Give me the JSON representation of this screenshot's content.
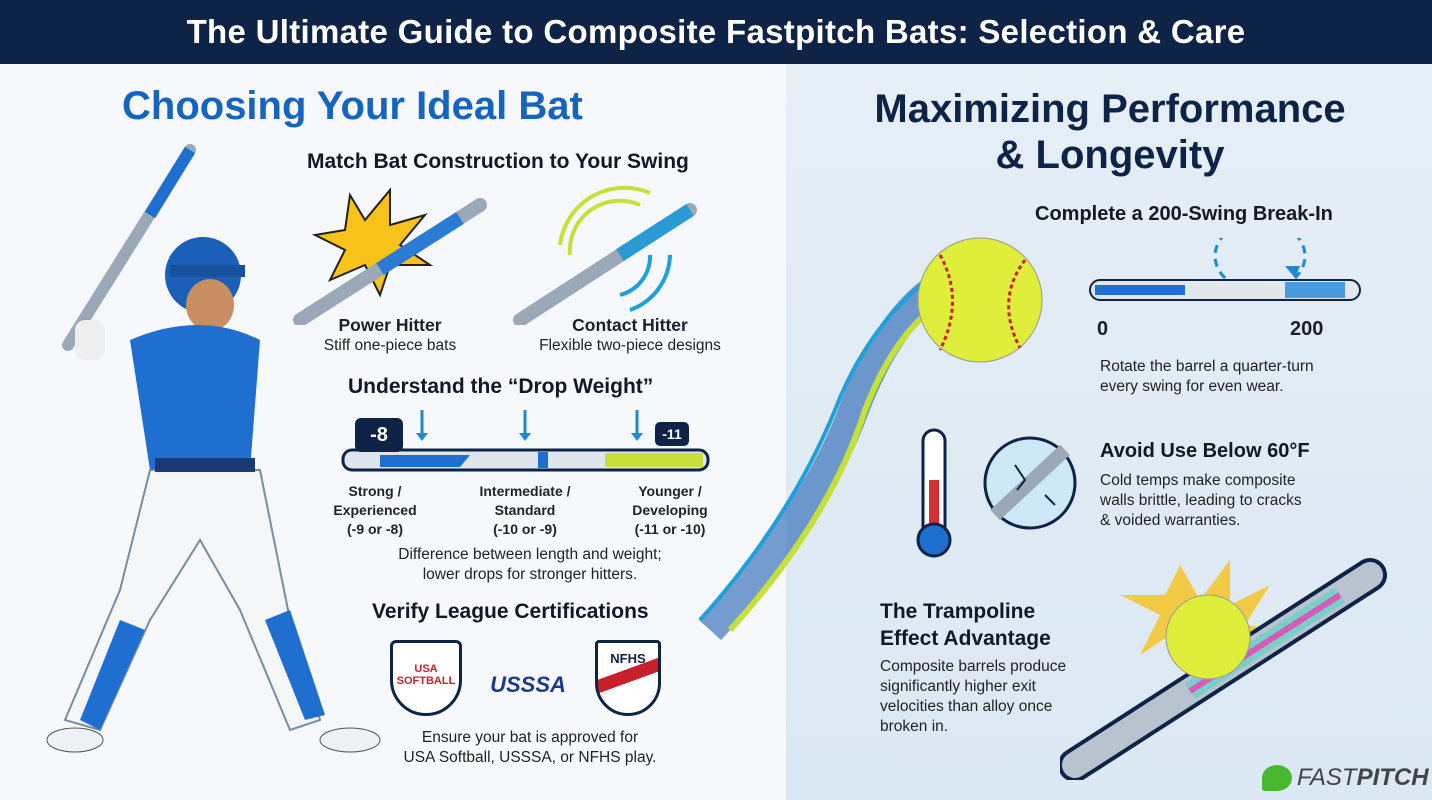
{
  "title": "The Ultimate Guide to Composite Fastpitch Bats: Selection & Care",
  "left": {
    "heading": "Choosing Your Ideal Bat",
    "construction": {
      "heading": "Match Bat Construction to Your Swing",
      "items": [
        {
          "title": "Power Hitter",
          "desc": "Stiff one-piece bats"
        },
        {
          "title": "Contact Hitter",
          "desc": "Flexible two-piece designs"
        }
      ]
    },
    "drop": {
      "heading": "Understand the “Drop Weight”",
      "weight_high": "-8",
      "weight_low": "-11",
      "levels": [
        {
          "line1": "Strong /",
          "line2": "Experienced",
          "line3": "(-9 or -8)"
        },
        {
          "line1": "Intermediate /",
          "line2": "Standard",
          "line3": "(-10 or -9)"
        },
        {
          "line1": "Younger /",
          "line2": "Developing",
          "line3": "(-11 or -10)"
        }
      ],
      "note1": "Difference between length and weight;",
      "note2": "lower drops for stronger hitters."
    },
    "cert": {
      "heading": "Verify League Certifications",
      "logos": [
        "USA SOFTBALL",
        "USSSA",
        "NFHS"
      ],
      "note1": "Ensure your bat is approved for",
      "note2": "USA Softball, USSSA, or NFHS play."
    }
  },
  "right": {
    "heading1": "Maximizing Performance",
    "heading2": "& Longevity",
    "breakin": {
      "heading": "Complete a 200-Swing Break-In",
      "start": "0",
      "end": "200",
      "note1": "Rotate the barrel a quarter-turn",
      "note2": "every swing for even wear."
    },
    "cold": {
      "heading": "Avoid Use Below 60°F",
      "note1": "Cold temps make composite",
      "note2": "walls brittle, leading to cracks",
      "note3": "& voided warranties."
    },
    "trampoline": {
      "heading1": "The Trampoline",
      "heading2": "Effect Advantage",
      "note1": "Composite barrels produce",
      "note2": "significantly higher exit",
      "note3": "velocities than alloy once",
      "note4": "broken in."
    },
    "brand": {
      "part1": "FAST",
      "part2": "PITCH"
    }
  },
  "colors": {
    "navy": "#0f2347",
    "blue": "#1565c0",
    "lime": "#c6e03a"
  }
}
